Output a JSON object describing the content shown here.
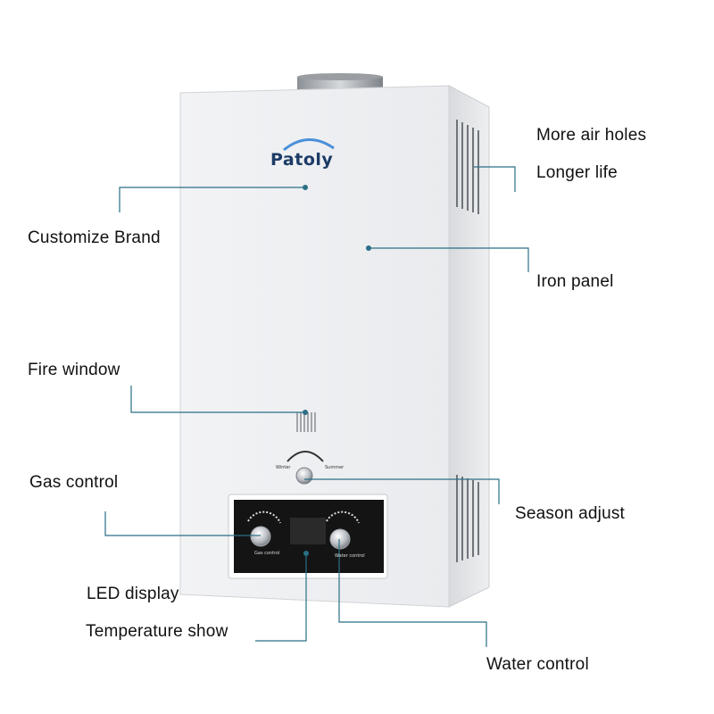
{
  "product": {
    "brand": "Patoly",
    "dial_labels": {
      "winter": "Winter",
      "summer": "Summer"
    },
    "knob_labels": {
      "gas": "Gas control",
      "water": "Water control"
    }
  },
  "callouts": {
    "more_air_holes": "More air holes",
    "longer_life": "Longer life",
    "customize_brand": "Customize Brand",
    "iron_panel": "Iron panel",
    "fire_window": "Fire window",
    "gas_control": "Gas control",
    "season_adjust": "Season adjust",
    "led_display": "LED display",
    "temperature_show": "Temperature show",
    "water_control": "Water control"
  },
  "colors": {
    "leader_line": "#2a6f86",
    "body": "#f4f5f7",
    "panel": "#141414",
    "brand": "#1c3b66"
  }
}
